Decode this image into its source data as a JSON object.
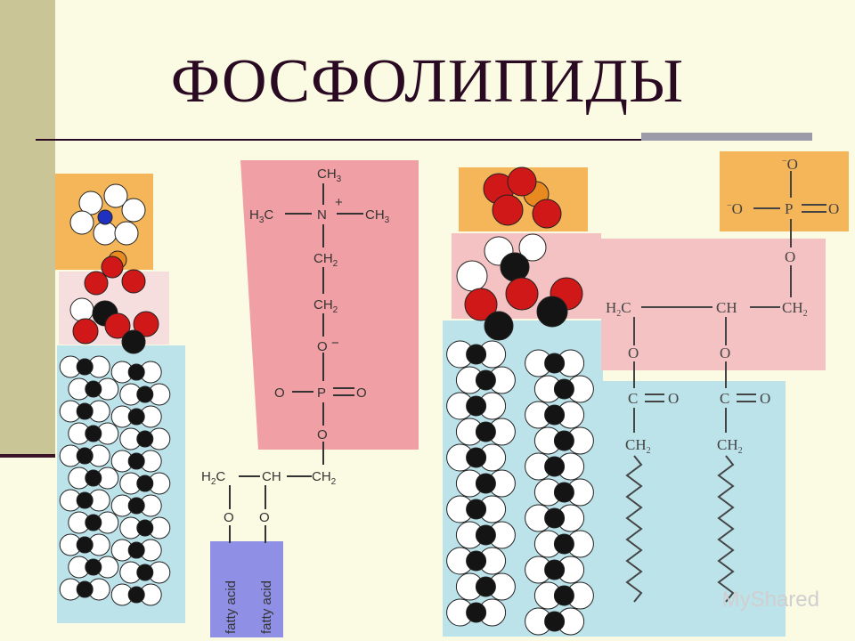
{
  "title": "ФОСФОЛИПИДЫ",
  "left_formula": {
    "ch3_top": "CH",
    "h3c": "H",
    "c": "C",
    "n": "N",
    "plus": "+",
    "ch3_right": "CH",
    "ch2": "CH",
    "o_minus": "O",
    "minus": "−",
    "o_left": "O",
    "p": "P",
    "o_right": "O",
    "o_bottom": "O",
    "h2c": "H",
    "ch": "CH",
    "fatty_acid_1": "fatty acid",
    "fatty_acid_2": "fatty acid"
  },
  "right_formula": {
    "o_top": "O",
    "o_minus": "O",
    "p": "P",
    "o_eq": "O",
    "o_link": "O",
    "h2c": "H",
    "ch": "CH",
    "ch2": "CH",
    "o": "O",
    "c": "C",
    "o_carbonyl": "O",
    "minus": "−",
    "sub2": "2",
    "sub3": "3"
  },
  "watermark": "MyShared",
  "colors": {
    "head_pink": "#f0a0a4",
    "head_orange": "#f5b65a",
    "tail_blue": "#bde3ea",
    "fatty_acid_box": "#8f8fe6",
    "oxygen_red": "#d01818",
    "carbon_black": "#141414",
    "hydrogen_white": "#ffffff",
    "phosphorus_orange": "#e88a20",
    "nitrogen_blue": "#2030c0"
  }
}
